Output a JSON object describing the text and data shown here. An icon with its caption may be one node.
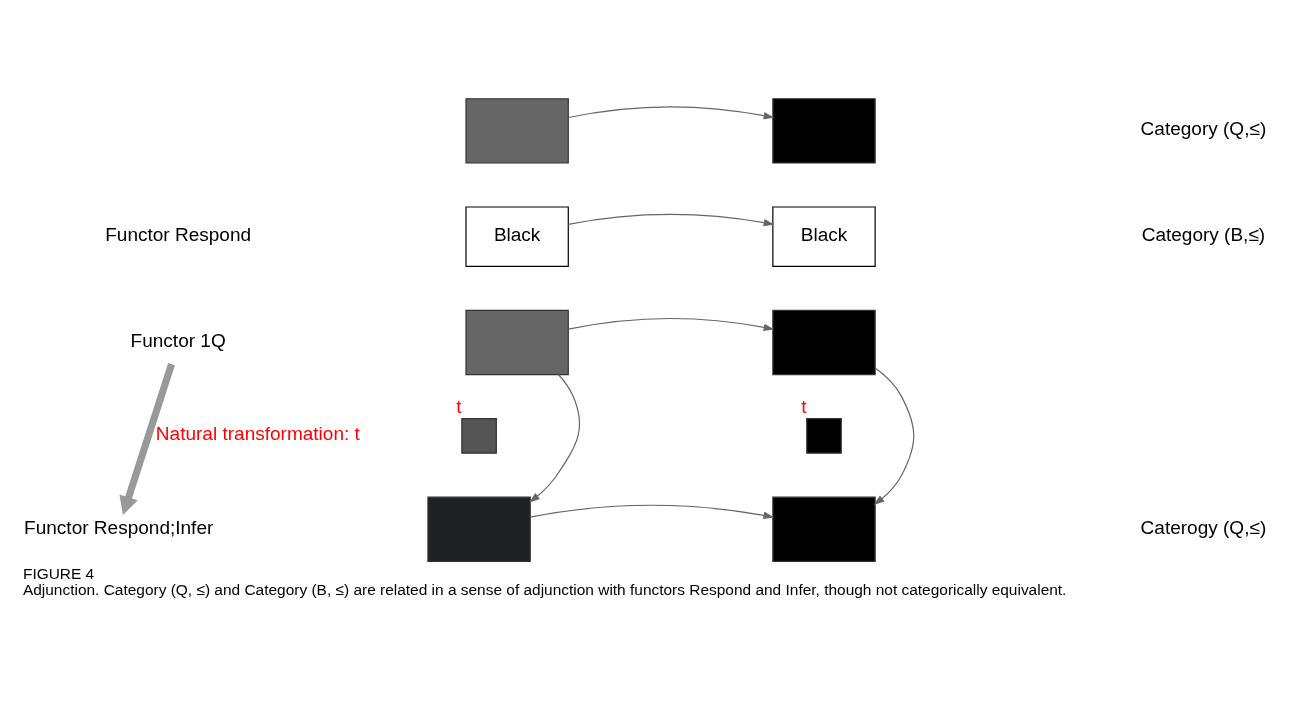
{
  "diagram": {
    "title": "FIGURE 4",
    "caption": "Adjunction. Category (Q, ≤) and Category (B, ≤) are related in a sense of adjunction with functors Respond and Infer, though not categorically equivalent.",
    "nodes": [
      {
        "text": [],
        "shape": "box"
      },
      {
        "text": [],
        "shape": "box"
      },
      {
        "text": [
          "Black"
        ]
      },
      {
        "text": [
          "Black"
        ]
      },
      {
        "text": [
          "Functor 1Q"
        ]
      },
      {
        "text": [],
        "shape": "box"
      },
      {
        "text": [],
        "shape": "box"
      },
      {
        "text": [],
        "shape": "box",
        "beside": [
          "t"
        ]
      },
      {
        "text": [],
        "shape": "box",
        "beside": [
          "t"
        ]
      },
      {
        "text": [
          "Functor Respond;Infer"
        ]
      },
      {
        "text": [],
        "shape": "box"
      },
      {
        "text": [],
        "shape": "box"
      }
    ],
    "edges": [
      {
        "from": 0,
        "to": 1,
        "arrow": "to"
      },
      {
        "from": 2,
        "to": 3,
        "arrow": "to"
      },
      {
        "from": 5,
        "to": 6,
        "arrow": "to"
      },
      {
        "from": 5,
        "to": 10,
        "arrow": "to"
      },
      {
        "from": 6,
        "to": 11,
        "arrow": "to"
      },
      {
        "from": 10,
        "to": 11,
        "arrow": "to"
      },
      {
        "from": 4,
        "to": 9,
        "arrow": "to",
        "label": "Natural transformation: t",
        "style": "thick"
      }
    ],
    "labels": [
      "Category (Q,≤)",
      "Functor Respond",
      "Category (B,≤)",
      "Caterogy (Q,≤)"
    ]
  }
}
